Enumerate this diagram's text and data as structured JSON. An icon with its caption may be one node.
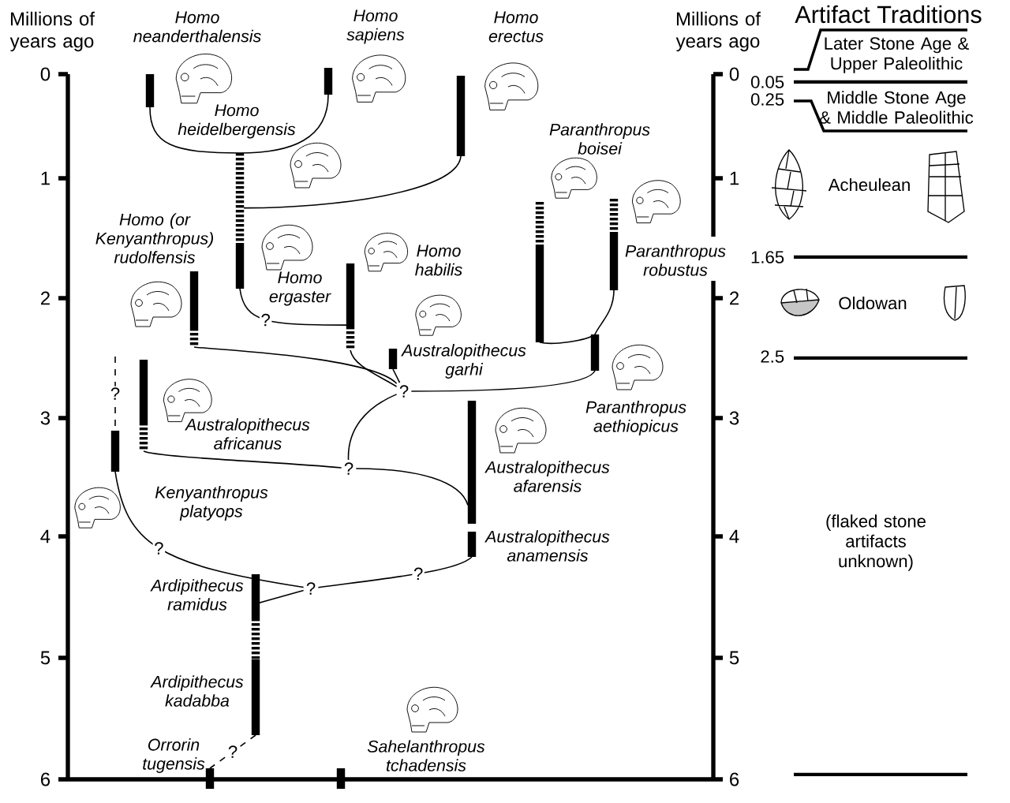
{
  "diagram": {
    "nodes": [
      {
        "text": [
          "Homo neanderthalensis"
        ]
      },
      {
        "text": [
          "Homo sapiens"
        ]
      },
      {
        "text": [
          "Homo erectus"
        ]
      },
      {
        "text": [
          "Homo heidelbergensis"
        ]
      },
      {
        "text": [
          "Homo ergaster"
        ]
      },
      {
        "text": [
          "Homo (or Kenyanthropus) rudolfensis"
        ]
      },
      {
        "text": [
          "Homo habilis"
        ]
      },
      {
        "text": [
          "Australopithecus garhi"
        ]
      },
      {
        "text": [
          "Paranthropus boisei"
        ]
      },
      {
        "text": [
          "Paranthropus robustus"
        ]
      },
      {
        "text": [
          "Paranthropus aethiopicus"
        ]
      },
      {
        "text": [
          "Australopithecus africanus"
        ]
      },
      {
        "text": [
          "Kenyanthropus platyops"
        ]
      },
      {
        "text": [
          "Australopithecus afarensis"
        ]
      },
      {
        "text": [
          "Australopithecus anamensis"
        ]
      },
      {
        "text": [
          "Ardipithecus ramidus"
        ]
      },
      {
        "text": [
          "Ardipithecus kadabba"
        ]
      },
      {
        "text": [
          "Orrorin tugensis"
        ]
      },
      {
        "text": [
          "Sahelanthropus tchadensis"
        ]
      },
      {
        "text": [
          "?"
        ]
      },
      {
        "text": [
          "?"
        ]
      },
      {
        "text": [
          "?"
        ]
      }
    ],
    "edges": [
      {
        "from": 0,
        "to": 3,
        "arrow": "none"
      },
      {
        "from": 1,
        "to": 3,
        "arrow": "none"
      },
      {
        "from": 2,
        "to": 3,
        "arrow": "none"
      },
      {
        "from": 4,
        "to": 6,
        "arrow": "none",
        "label": "?"
      },
      {
        "from": 5,
        "to": 19,
        "arrow": "none"
      },
      {
        "from": 6,
        "to": 19,
        "arrow": "none"
      },
      {
        "from": 7,
        "to": 19,
        "arrow": "none"
      },
      {
        "from": 19,
        "to": 10,
        "arrow": "none"
      },
      {
        "from": 8,
        "to": 10,
        "arrow": "none"
      },
      {
        "from": 9,
        "to": 10,
        "arrow": "none"
      },
      {
        "from": 19,
        "to": 20,
        "arrow": "none"
      },
      {
        "from": 11,
        "to": 20,
        "arrow": "none"
      },
      {
        "from": 20,
        "to": 13,
        "arrow": "none"
      },
      {
        "from": 14,
        "to": 21,
        "arrow": "none",
        "label": "?"
      },
      {
        "from": 12,
        "to": 21,
        "arrow": "none",
        "label": "?"
      },
      {
        "from": 21,
        "to": 15,
        "arrow": "none"
      },
      {
        "from": 16,
        "to": 17,
        "arrow": "none",
        "label": "?",
        "style": "dashed"
      },
      {
        "from": null,
        "to": 12,
        "arrow": "none",
        "label": "?",
        "style": "dashed"
      }
    ],
    "labels": [
      "Millions of years ago",
      "0",
      "1",
      "2",
      "3",
      "4",
      "5",
      "6",
      "Millions of years ago",
      "0",
      "1",
      "2",
      "3",
      "4",
      "5",
      "6",
      "Artifact Traditions",
      "Later Stone Age & Upper Paleolithic",
      "0.05",
      "0.25",
      "Middle Stone Age & Middle Paleolithic",
      "Acheulean",
      "1.65",
      "Oldowan",
      "2.5",
      "(flaked stone artifacts unknown)"
    ]
  }
}
